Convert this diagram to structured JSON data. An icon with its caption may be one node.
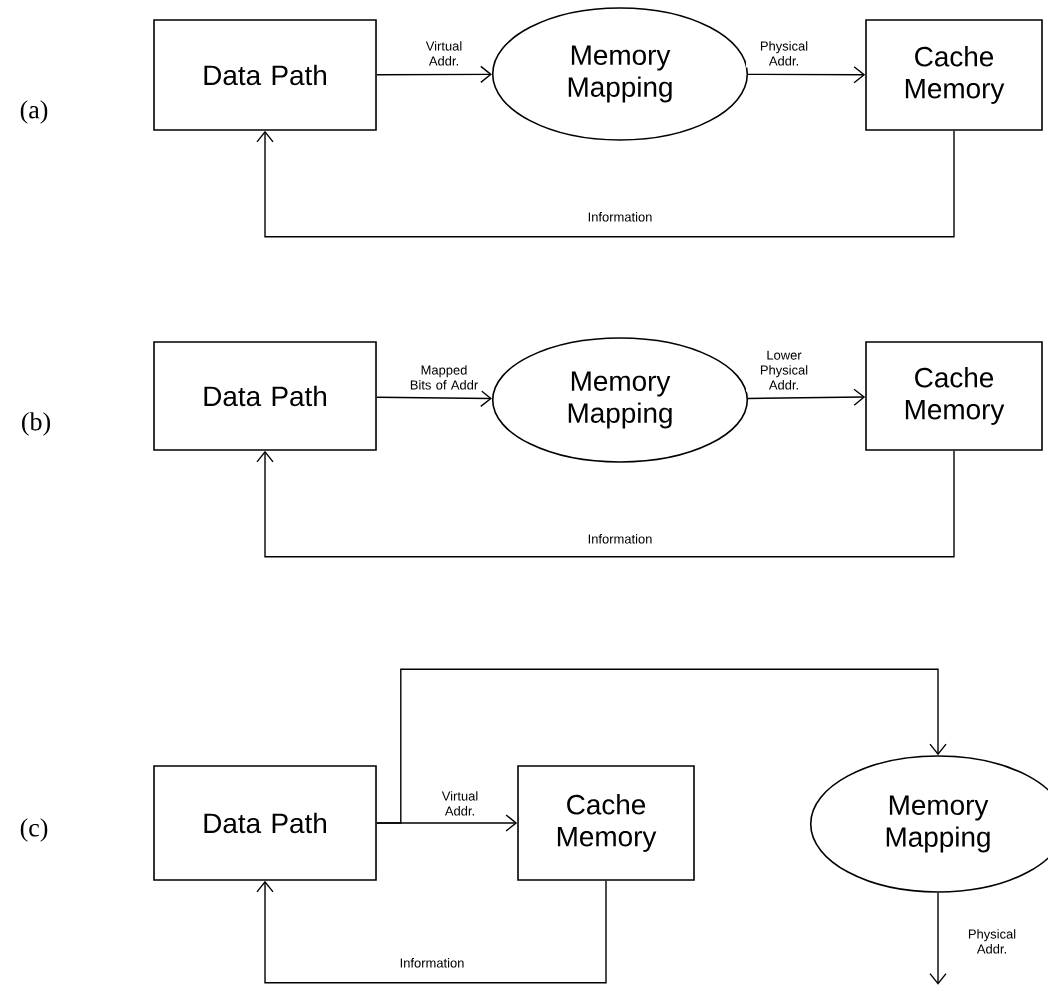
{
  "diagram": {
    "nodes": [
      {
        "text": [
          "Data Path"
        ]
      },
      {
        "text": [
          "Memory Mapping"
        ]
      },
      {
        "text": [
          "Cache Memory"
        ]
      },
      {
        "text": [
          "Data Path"
        ]
      },
      {
        "text": [
          "Memory Mapping"
        ]
      },
      {
        "text": [
          "Cache Memory"
        ]
      },
      {
        "text": [
          "Data Path"
        ]
      },
      {
        "text": [
          "Cache Memory"
        ]
      },
      {
        "text": [
          "Memory Mapping"
        ]
      }
    ],
    "edges": [
      {
        "from": 0,
        "to": 1,
        "arrow": "to",
        "label": "Virtual Addr."
      },
      {
        "from": 1,
        "to": 2,
        "arrow": "to",
        "label": "Physical Addr."
      },
      {
        "from": 2,
        "to": 0,
        "arrow": "to",
        "label": "Information"
      },
      {
        "from": 3,
        "to": 4,
        "arrow": "to",
        "label": "Mapped Bits of Addr"
      },
      {
        "from": 4,
        "to": 5,
        "arrow": "to",
        "label": "Lower Physical Addr."
      },
      {
        "from": 5,
        "to": 3,
        "arrow": "to",
        "label": "Information"
      },
      {
        "from": 6,
        "to": 7,
        "arrow": "to",
        "label": "Virtual Addr."
      },
      {
        "from": 6,
        "to": 8,
        "arrow": "to"
      },
      {
        "from": 7,
        "to": 6,
        "arrow": "to",
        "label": "Information"
      },
      {
        "from": 8,
        "to": null,
        "arrow": "to",
        "label": "Physical Addr."
      }
    ],
    "labels": [
      "(a)",
      "(b)",
      "(c)"
    ]
  }
}
